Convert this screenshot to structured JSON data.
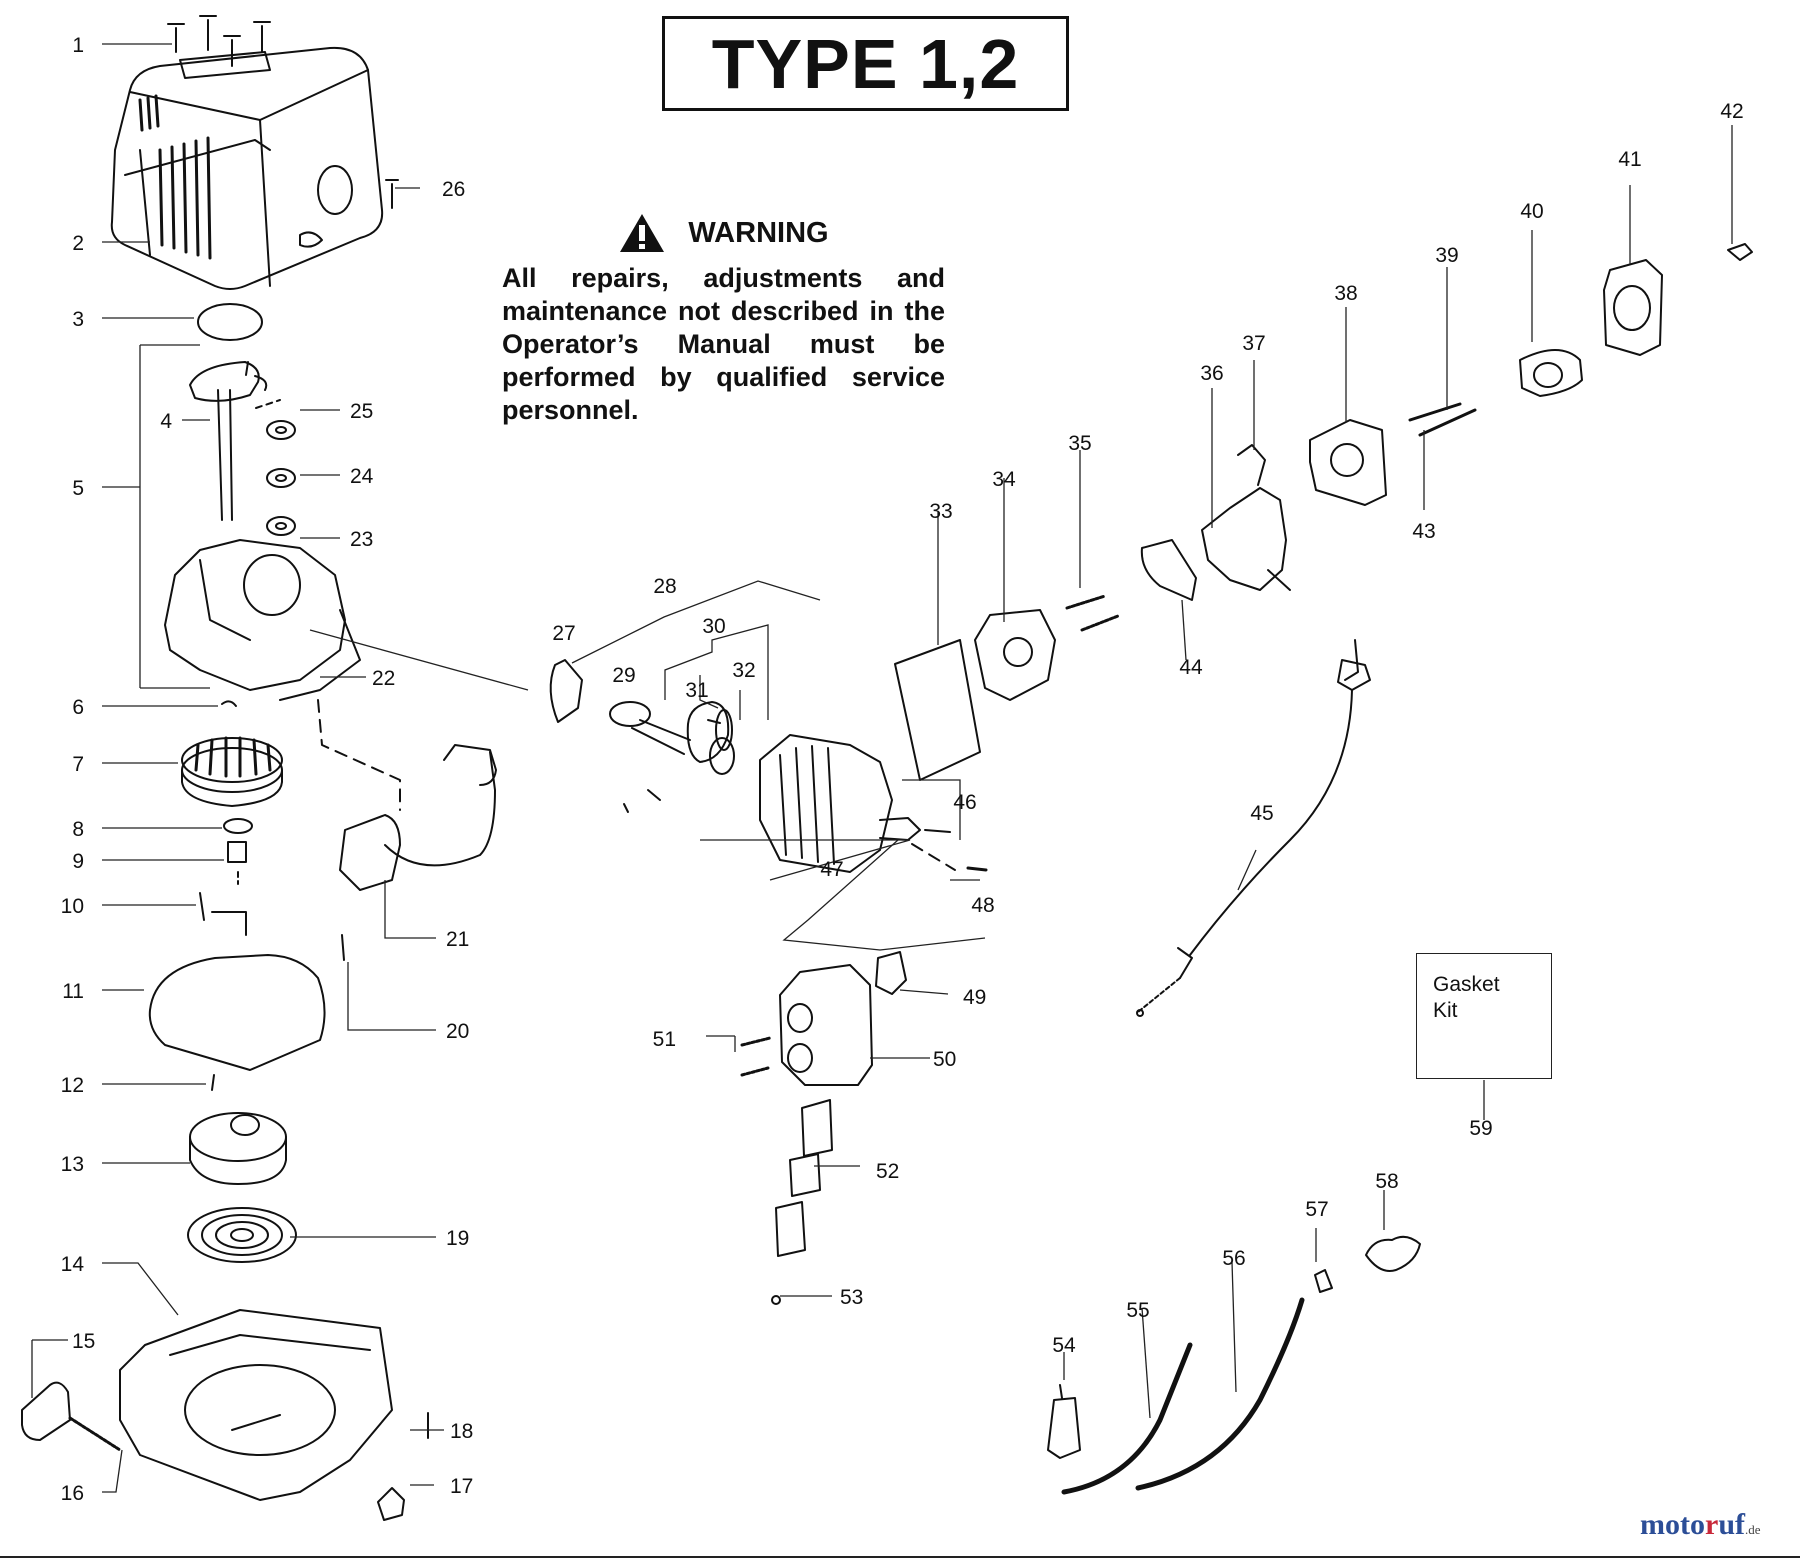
{
  "title": "TYPE 1,2",
  "warning": {
    "heading": "WARNING",
    "text": "All repairs, adjustments and maintenance not described in the Operator’s Manual must be performed by qualified service personnel."
  },
  "gasket_kit_label": "Gasket\nKit",
  "watermark": {
    "brand_a": "moto",
    "brand_r": "r",
    "brand_b": "uf",
    "tld": ".de"
  },
  "callouts": [
    "1",
    "2",
    "3",
    "4",
    "5",
    "6",
    "7",
    "8",
    "9",
    "10",
    "11",
    "12",
    "13",
    "14",
    "15",
    "16",
    "17",
    "18",
    "19",
    "20",
    "21",
    "22",
    "23",
    "24",
    "25",
    "26",
    "27",
    "28",
    "29",
    "30",
    "31",
    "32",
    "33",
    "34",
    "35",
    "36",
    "37",
    "38",
    "39",
    "40",
    "41",
    "42",
    "43",
    "44",
    "45",
    "46",
    "47",
    "48",
    "49",
    "50",
    "51",
    "52",
    "53",
    "54",
    "55",
    "56",
    "57",
    "58",
    "59"
  ]
}
